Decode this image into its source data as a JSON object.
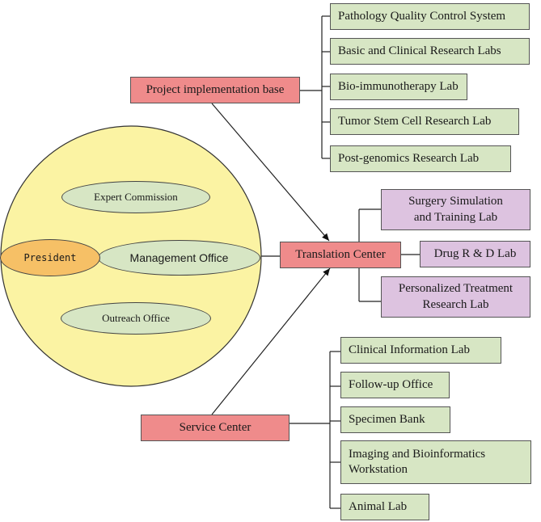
{
  "hub": {
    "president": "President",
    "expert_commission": "Expert Commission",
    "management_office": "Management Office",
    "outreach_office": "Outreach Office"
  },
  "project_base": {
    "title": "Project implementation base",
    "labs": [
      "Pathology Quality Control System",
      "Basic and Clinical Research Labs",
      "Bio-immunotherapy Lab",
      "Tumor Stem Cell Research Lab",
      "Post-genomics Research Lab"
    ]
  },
  "translation_center": {
    "title": "Translation Center",
    "labs": [
      "Surgery Simulation and Training Lab",
      "Drug R & D Lab",
      "Personalized Treatment Research Lab"
    ]
  },
  "service_center": {
    "title": "Service Center",
    "units": [
      "Clinical Information Lab",
      "Follow-up Office",
      "Specimen Bank",
      "Imaging and Bioinformatics Workstation",
      "Animal Lab"
    ]
  },
  "colors": {
    "circle_fill": "#fbf3a3",
    "ellipse_green": "#d7e6c4",
    "president_fill": "#f6c066",
    "red_box": "#ef8b8b",
    "green_box": "#d7e6c4",
    "purple_box": "#ddc3e0"
  }
}
